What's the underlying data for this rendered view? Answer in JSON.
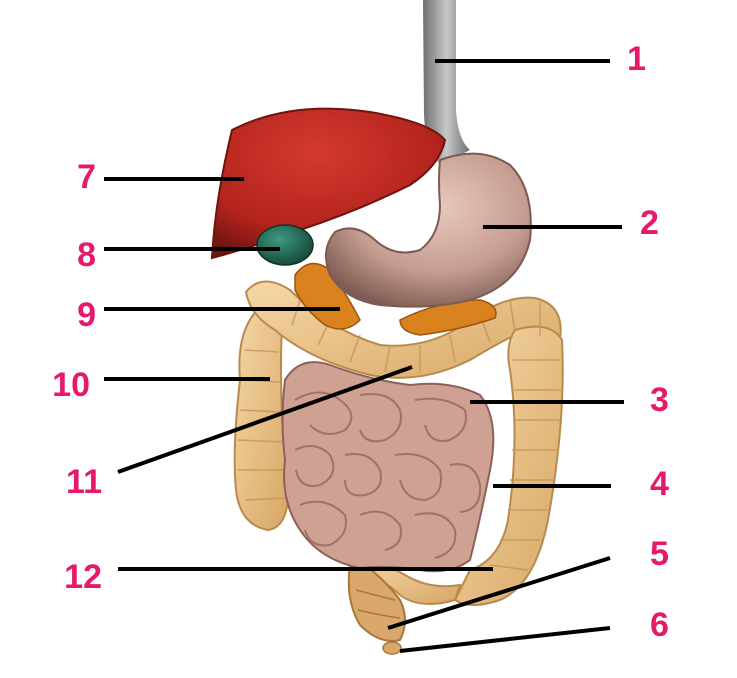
{
  "diagram": {
    "label_color": "#e8186c",
    "line_color": "#000000",
    "labels": [
      {
        "id": "1",
        "text": "1"
      },
      {
        "id": "2",
        "text": "2"
      },
      {
        "id": "3",
        "text": "3"
      },
      {
        "id": "4",
        "text": "4"
      },
      {
        "id": "5",
        "text": "5"
      },
      {
        "id": "6",
        "text": "6"
      },
      {
        "id": "7",
        "text": "7"
      },
      {
        "id": "8",
        "text": "8"
      },
      {
        "id": "9",
        "text": "9"
      },
      {
        "id": "10",
        "text": "10"
      },
      {
        "id": "11",
        "text": "11"
      },
      {
        "id": "12",
        "text": "12"
      }
    ],
    "organ_colors": {
      "esophagus": "#9c9c9c",
      "stomach": "#c9a49a",
      "liver": "#b3231c",
      "gallbladder": "#1f6a55",
      "pancreas": "#d9821e",
      "colon": "#e8c089",
      "small_intestine": "#cfa192",
      "rectum": "#d9a86a"
    }
  }
}
